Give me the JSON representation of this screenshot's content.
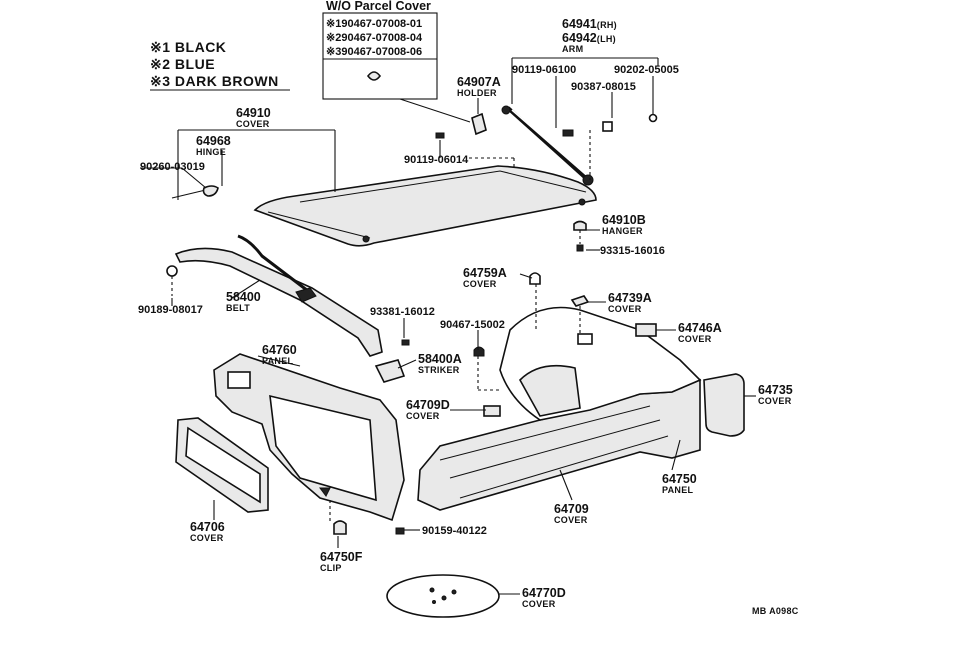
{
  "legend": [
    {
      "mark": "※1",
      "color": "BLACK"
    },
    {
      "mark": "※2",
      "color": "BLUE"
    },
    {
      "mark": "※3",
      "color": "DARK BROWN"
    }
  ],
  "parcel_box": {
    "title": "W/O Parcel Cover",
    "rows": [
      "※190467-07008-01",
      "※290467-07008-04",
      "※390467-07008-06"
    ]
  },
  "callouts": {
    "c64941": {
      "number": "64941",
      "suffix": "(RH)"
    },
    "c64942": {
      "number": "64942",
      "suffix": "(LH)",
      "name": "ARM"
    },
    "c64907A": {
      "number": "64907A",
      "name": "HOLDER"
    },
    "c90119_06100": {
      "number": "90119-06100"
    },
    "c90202_05005": {
      "number": "90202-05005"
    },
    "c90387_08015": {
      "number": "90387-08015"
    },
    "c64910": {
      "number": "64910",
      "name": "COVER"
    },
    "c64968": {
      "number": "64968",
      "name": "HINGE"
    },
    "c90260_03019": {
      "number": "90260-03019"
    },
    "c90119_06014": {
      "number": "90119-06014"
    },
    "c64910B": {
      "number": "64910B",
      "name": "HANGER"
    },
    "c93315_16016": {
      "number": "93315-16016"
    },
    "c64759A": {
      "number": "64759A",
      "name": "COVER"
    },
    "c64739A": {
      "number": "64739A",
      "name": "COVER"
    },
    "c64746A": {
      "number": "64746A",
      "name": "COVER"
    },
    "c90189_08017": {
      "number": "90189-08017"
    },
    "c58400": {
      "number": "58400",
      "name": "BELT"
    },
    "c93381_16012": {
      "number": "93381-16012"
    },
    "c90467_15002": {
      "number": "90467-15002"
    },
    "c58400A": {
      "number": "58400A",
      "name": "STRIKER"
    },
    "c64760": {
      "number": "64760",
      "name": "PANEL"
    },
    "c64709D": {
      "number": "64709D",
      "name": "COVER"
    },
    "c64735": {
      "number": "64735",
      "name": "COVER"
    },
    "c64750": {
      "number": "64750",
      "name": "PANEL"
    },
    "c64709": {
      "number": "64709",
      "name": "COVER"
    },
    "c64706": {
      "number": "64706",
      "name": "COVER"
    },
    "c90159_40122": {
      "number": "90159-40122"
    },
    "c64750F": {
      "number": "64750F",
      "name": "CLIP"
    },
    "c64770D": {
      "number": "64770D",
      "name": "COVER"
    }
  },
  "figure_code": "MB A098C"
}
